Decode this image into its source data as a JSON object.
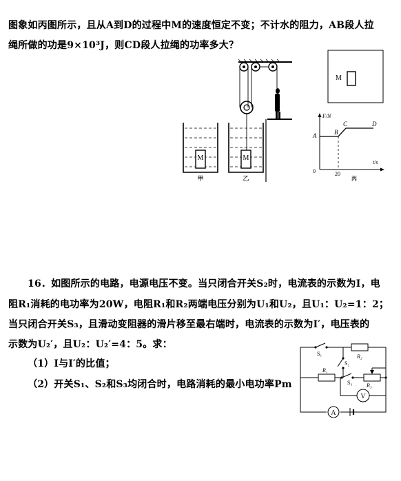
{
  "problem15": {
    "line1": "图象如丙图所示，且从A到D的过程中M的速度恒定不变；不计水的阻力，AB段人拉",
    "line2": "绳所做的功是9×10³J，则CD段人拉绳的功率多大？"
  },
  "figures15": {
    "jia_label": "甲",
    "yi_label": "乙",
    "bing_label": "丙",
    "block_label": "M",
    "fn_label": "F/N",
    "t_label": "t/s",
    "origin": "0",
    "tick_20": "20",
    "pt_a": "A",
    "pt_b": "B",
    "pt_c": "C",
    "pt_d": "D"
  },
  "problem16": {
    "line1": "16．如图所示的电路，电源电压不变。当只闭合开关S₂时，电流表的示数为I，电",
    "line2": "阻R₁消耗的电功率为20W，电阻R₁和R₂两端电压分别为U₁和U₂，且U₁：U₂=1：2；",
    "line3": "当只闭合开关S₃，且滑动变阻器的滑片移至最右端时，电流表的示数为I′，电压表的",
    "line4": "示数为U₂′，且U₂：U₂′=4：5。求：",
    "q1": "（1）I与I′的比值；",
    "q2": "（2）开关S₁、S₂和S₃均闭合时，电路消耗的最小电功率Pm"
  },
  "circuit16": {
    "s1": "S₁",
    "s2": "S₂",
    "s3": "S₃",
    "r1": "R₁",
    "r2": "R₂",
    "r3": "R₃",
    "voltmeter": "V",
    "ammeter": "A"
  }
}
